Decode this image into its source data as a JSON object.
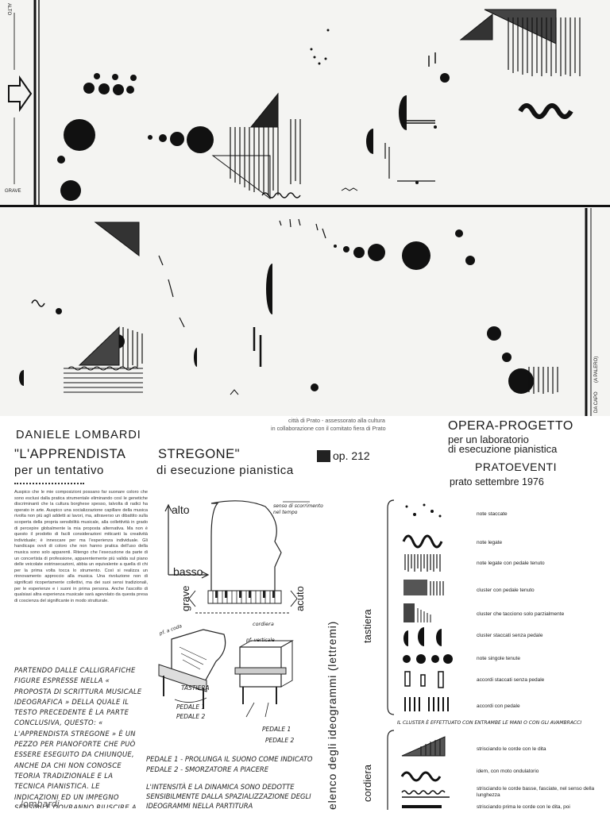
{
  "score": {
    "top_label_high": "ALTO",
    "top_label_low": "GRAVE",
    "side_note": "(A PALERO)",
    "side_mark": "DA CAPO"
  },
  "header": {
    "city_line_1": "città di Prato - assessorato alla cultura",
    "city_line_2": "in collaborazione con il comitato fiera di Prato",
    "author": "DANIELE    LOMBARDI",
    "title_1": "\"L'APPRENDISTA",
    "title_2": "STREGONE\"",
    "opus": "op. 212",
    "subtitle_1": "per un tentativo",
    "subtitle_2": "di esecuzione pianistica",
    "project_title": "OPERA-PROGETTO",
    "project_line_1": "per un laboratorio",
    "project_line_2": "di esecuzione pianistica",
    "event": "PRATOEVENTI",
    "place_date": "prato   settembre   1976"
  },
  "body_text": "Auspico che le mie composizioni possano far suonare coloro che sono esclusi dalla pratica strumentale eliminando così le genetiche discriminanti che la cultura borghese spesso, talvolta di radici ha operato in arte. Auspico una socializzazione capillare della musica rivolta non più agli addetti ai lavori, ma, attraverso un dibattito sulla scoperta della propria sensibilità musicale, alla collettività in grado di percepire globalmente la mia proposta alternativa. Ma non è questo il prodotto di facili considerazioni miticanti la creatività individuale; è innescare per ma l'esperienza individuale. Gli handicaps ovvii di coloro che non hanno pratica dell'uso della musica sono solo apparenti. Ritengo che l'esecuzione da parte di un concertista di professione, apparentemente più valida sul piano delle veicolate estrinsecazioni, abbia un equivalente a quella di chi per la prima volta tocca lo strumento. Così si realizza un rinnovamento approccio alla musica. Una rivoluzione non di significati ricopertamente collettivi, ma dei suoi sensi tradizionali, per le esperienze e i suoni in prima persona. Anche l'ascolto di qualsiasi altra esperienza musicale sarà agevolato da questa presa di coscienza del significante in modo strutturale.",
  "handwritten_note": "PARTENDO DALLE CALLIGRAFICHE FIGURE ESPRESSE NELLA « PROPOSTA DI SCRITTURA MUSICALE IDEOGRAFICA » DELLA QUALE IL TESTO PRECEDENTE È LA PARTE CONCLUSIVA, QUESTO: « L'APPRENDISTA STREGONE » È UN PEZZO PER PIANOFORTE CHE PUÒ ESSERE ESEGUITO DA CHIUNQUE, ANCHE DA CHI NON CONOSCE TEORIA TRADIZIONALE E LA TECNICA PIANISTICA. LE INDICAZIONI ED UN IMPEGNO SENSIBILE DOVRANNO RIUSCIRE A RENDERE POSSIBILE L'ESECUZIONE. (D.L.)",
  "diagram": {
    "alto": "alto",
    "basso": "basso",
    "grave": "grave",
    "acuto": "acuto",
    "note_top": "senso di scorrimento nel tempo",
    "coda": "pf. a coda",
    "cordiera": "cordiera",
    "verticale": "pf. verticale",
    "tastiera_label": "TASTIERA",
    "pedale_1a": "PEDALE 1",
    "pedale_2a": "PEDALE 2",
    "pedale_1b": "PEDALE 1",
    "pedale_2b": "PEDALE 2"
  },
  "pedal_text": {
    "line_1": "PEDALE 1 - PROLUNGA IL SUONO COME INDICATO",
    "line_2": "PEDALE 2 - SMORZATORE A PIACERE",
    "intensity": "L'INTENSITÀ E LA DINAMICA SONO DEDOTTE SENSIBILMENTE DALLA SPAZIALIZZAZIONE DEGLI IDEOGRAMMI NELLA PARTITURA"
  },
  "vertical_labels": {
    "elenco": "elenco  degli  ideogrammi  (lettremi)",
    "tastiera": "tastiera",
    "cordiera": "cordiera"
  },
  "legend": [
    "note staccate",
    "note legate",
    "note legate con pedale tenuto",
    "cluster con pedale tenuto",
    "cluster che tacciono solo parzialmente",
    "cluster staccati senza pedale",
    "note singole tenute",
    "accordi staccati senza pedale",
    "accordi con pedale"
  ],
  "legend_footnote": "IL CLUSTER È EFFETTUATO CON ENTRAMBE LE MANI O CON GLI AVAMBRACCI",
  "legend_cordiera": [
    "strisciando le corde con le dita",
    "idem, con moto ondulatorio",
    "strisciando le corde basse, fasciate, nel senso della lunghezza",
    "strisciando prima le corde con le dita, poi"
  ],
  "signature": "lombardi"
}
